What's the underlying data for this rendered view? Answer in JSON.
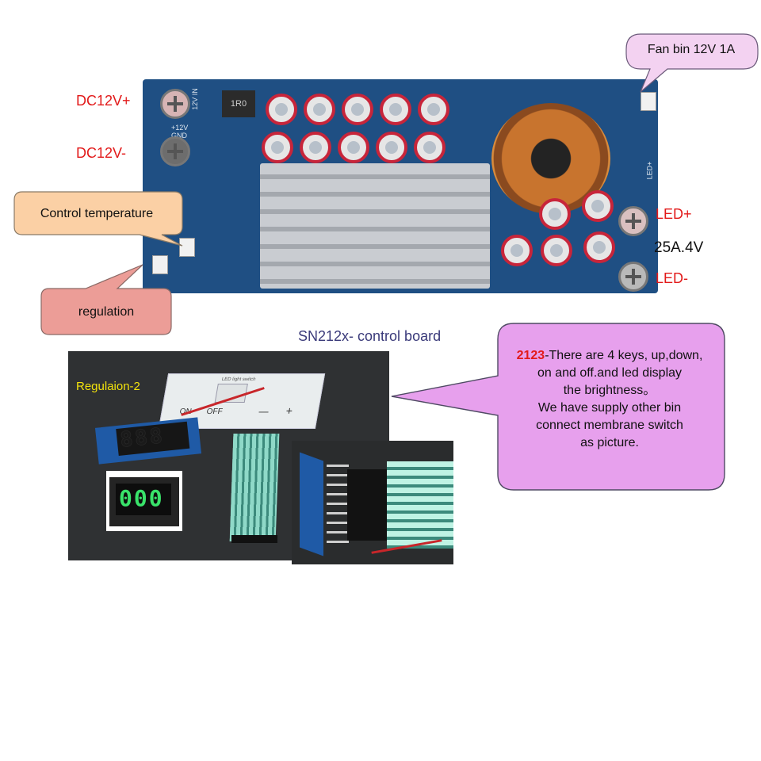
{
  "labels": {
    "dc_plus": "DC12V+",
    "dc_minus": "DC12V-",
    "led_plus": "LED+",
    "current_spec": "25A.4V",
    "led_minus": "LED-",
    "caption": "SN212x- control board",
    "regulation_2": "Regulaion-2"
  },
  "callouts": {
    "fan": "Fan bin 12V 1A",
    "control_temperature": "Control temperature",
    "regulation": "regulation",
    "description": {
      "model": "2123",
      "line1": "-There are 4 keys, up,down,",
      "line2": "on and off.and led display",
      "line3": "the brightness。",
      "line4": "We have supply other bin",
      "line5": "connect  membrane switch",
      "line6": "as picture."
    }
  },
  "panel": {
    "title": "LED light switch",
    "key_on": "ON",
    "key_off": "OFF",
    "key_minus": "—",
    "key_plus": "+"
  },
  "displays": {
    "blue_module": "888",
    "green_module": "000"
  },
  "pcb_marks": {
    "inductor": "1R0",
    "input_label": "12V IN",
    "gnd_label": "+12V GND",
    "out_label": "LED+"
  },
  "colors": {
    "pcb": "#1f4f83",
    "fan_bubble": "#f3d2f1",
    "temp_box": "#fbd0a5",
    "regulation_box": "#ec9d97",
    "desc_bubble": "#e7a0ed",
    "red_label": "#e21a1a",
    "caption": "#3a3a7a",
    "yellow_label": "#f2e20c",
    "green_digits": "#39e36a"
  }
}
